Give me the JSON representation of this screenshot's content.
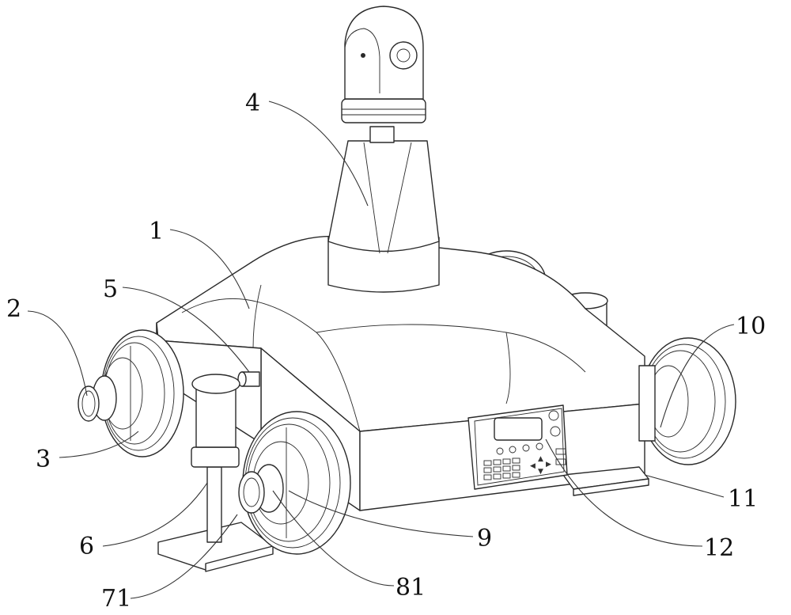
{
  "figure": {
    "type": "patent-style mechanical line drawing",
    "subject": "wheeled inspection robot with pan-tilt camera",
    "line_color": "#2a2a2a",
    "background": "#ffffff"
  },
  "labels": [
    {
      "id": "1",
      "text": "1",
      "part": "robot body"
    },
    {
      "id": "2",
      "text": "2",
      "part": "wheel hub cap"
    },
    {
      "id": "3",
      "text": "3",
      "part": "front-left wheel"
    },
    {
      "id": "4",
      "text": "4",
      "part": "camera mast"
    },
    {
      "id": "5",
      "text": "5",
      "part": "side peg"
    },
    {
      "id": "6",
      "text": "6",
      "part": "support column"
    },
    {
      "id": "71",
      "text": "71",
      "part": "foot plate"
    },
    {
      "id": "81",
      "text": "81",
      "part": "wheel hub"
    },
    {
      "id": "9",
      "text": "9",
      "part": "front wheel"
    },
    {
      "id": "10",
      "text": "10",
      "part": "right wheel"
    },
    {
      "id": "11",
      "text": "11",
      "part": "right foot plate"
    },
    {
      "id": "12",
      "text": "12",
      "part": "control panel"
    }
  ],
  "control_panel": {
    "keypad_rows": 3,
    "keypad_cols": 4,
    "dpad_glyphs": [
      "▲",
      "◀",
      "▶",
      "▼"
    ]
  }
}
